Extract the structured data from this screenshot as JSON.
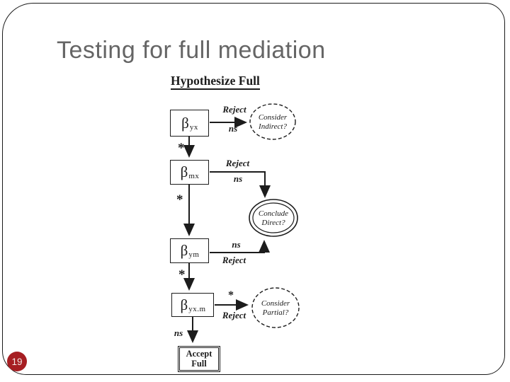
{
  "slide": {
    "title": "Testing for full mediation",
    "page_number": "19"
  },
  "colors": {
    "title_gray": "#656565",
    "diagram_ink": "#1c1c1c",
    "page_badge_red": "#a61e22"
  },
  "diagram": {
    "heading": "Hypothesize Full",
    "boxes": [
      {
        "symbol": "β",
        "subscript": "yx"
      },
      {
        "symbol": "β",
        "subscript": "mx"
      },
      {
        "symbol": "β",
        "subscript": "ym"
      },
      {
        "symbol": "β",
        "subscript": "yx.m"
      }
    ],
    "terminal": {
      "line1": "Accept",
      "line2": "Full"
    },
    "ellipses": {
      "consider_indirect": {
        "line1": "Consider",
        "line2": "Indirect?"
      },
      "conclude_direct": {
        "line1": "Conclude",
        "line2": "Direct?"
      },
      "consider_partial": {
        "line1": "Consider",
        "line2": "Partial?"
      }
    },
    "edge_labels": {
      "row1_above": "Reject",
      "row1_below": "ns",
      "down1": "*",
      "row2_above": "Reject",
      "row2_below": "ns",
      "down2": "*",
      "row3_above": "ns",
      "row3_below": "Reject",
      "down3": "*",
      "row4_above": "*",
      "row4_below": "Reject",
      "down4": "ns"
    }
  }
}
